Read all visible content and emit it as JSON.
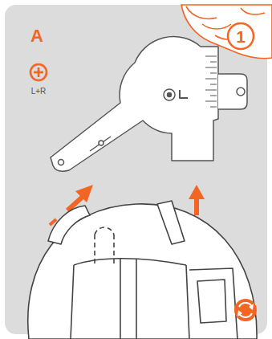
{
  "diagram": {
    "labels": [
      "A",
      "L+R",
      "1"
    ]
  }
}
